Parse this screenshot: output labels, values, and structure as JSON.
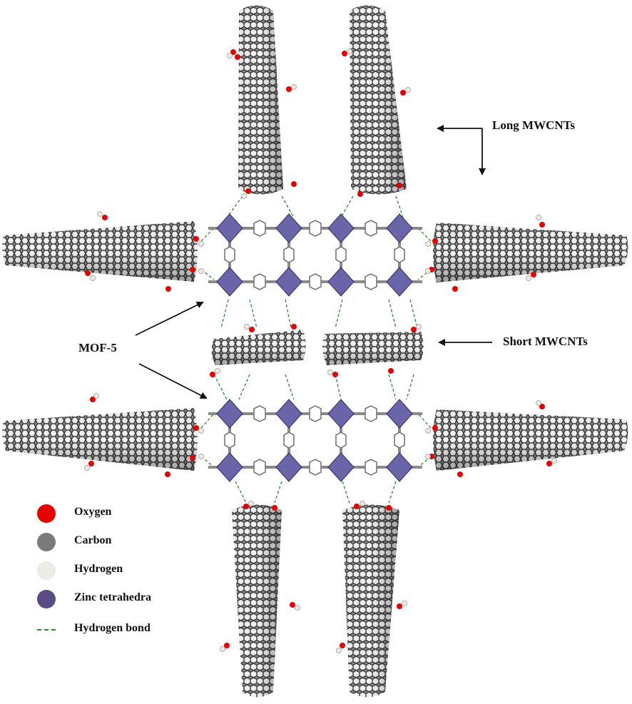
{
  "labels": {
    "long_mwcnts": "Long MWCNTs",
    "short_mwcnts": "Short MWCNTs",
    "mof5": "MOF-5"
  },
  "legend": {
    "oxygen": {
      "label": "Oxygen",
      "color": "#e60000"
    },
    "carbon": {
      "label": "Carbon",
      "color": "#7a7a7a"
    },
    "hydrogen": {
      "label": "Hydrogen",
      "color": "#ecebe4"
    },
    "zinc": {
      "label": "Zinc tetrahedra",
      "color": "#5a4a86"
    },
    "hbond": {
      "label": "Hydrogen bond",
      "color": "#2a8a2a"
    }
  },
  "colors": {
    "nanotube": "#6e6e6e",
    "nanotube_line": "#3a3a3a",
    "framework_bond": "#8a8a8a",
    "tetrahedra": "#6a64a8"
  }
}
